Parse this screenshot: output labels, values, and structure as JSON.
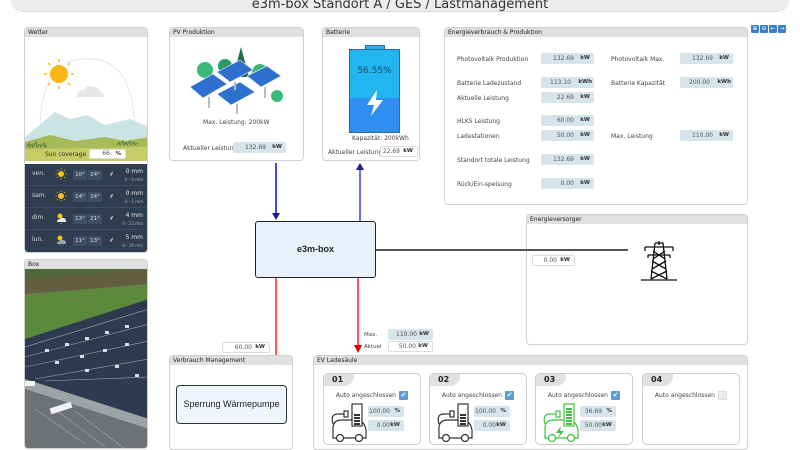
{
  "window": {
    "title": "e3m-box Standort A / GES / Lastmanagement"
  },
  "toolbar": {
    "buttons": [
      {
        "icon": "zoom-in-icon",
        "glyph": "⊕"
      },
      {
        "icon": "zoom-out-icon",
        "glyph": "⊖"
      },
      {
        "icon": "arrow-left-icon",
        "glyph": "←"
      },
      {
        "icon": "arrow-right-icon",
        "glyph": "→"
      }
    ]
  },
  "wetter": {
    "header": "Wetter",
    "sun_coverage_label": "Sun coverage",
    "sun_coverage_value": "66",
    "sun_coverage_unit": "%",
    "forecast": [
      {
        "day": "ven.",
        "icon": "sunny",
        "tmin": "10°",
        "tmax": "24°",
        "wind": "wind-icon",
        "rain": "0 mm",
        "range": "0 - 0 mm"
      },
      {
        "day": "sam.",
        "icon": "sunny",
        "tmin": "14°",
        "tmax": "24°",
        "wind": "wind-icon",
        "rain": "0 mm",
        "range": "0 - 1 mm"
      },
      {
        "day": "dim.",
        "icon": "sun-cloud-rain",
        "tmin": "13°",
        "tmax": "21°",
        "wind": "wind-icon",
        "rain": "4 mm",
        "range": "0 - 23 mm"
      },
      {
        "day": "lun.",
        "icon": "sun-cloud-rain",
        "tmin": "11°",
        "tmax": "13°",
        "wind": "wind-icon",
        "rain": "5 mm",
        "range": "0 - 26 mm"
      }
    ]
  },
  "box": {
    "header": "Box"
  },
  "pv": {
    "header": "PV Produktion",
    "max_label": "Max. Leistung: 200kW",
    "current_label": "Aktueller Leistung",
    "current_value": "132.69",
    "current_unit": "kW"
  },
  "batterie": {
    "header": "Batterie",
    "percent_text": "56.55%",
    "charge_fraction": 0.5655,
    "capacity_label": "Kapazität: 200kWh",
    "current_label": "Aktueller Leistung",
    "current_value": "22.69",
    "current_unit": "kW"
  },
  "energie": {
    "header": "Energieverbrauch & Produktion",
    "rows": [
      {
        "label": "Photovoltaik Produktion",
        "value": "132.69",
        "unit": "kW"
      },
      {
        "label": "Photovoltaik Max.",
        "value": "132.69",
        "unit": "kW"
      },
      {
        "label": "Batterie Ladezustand",
        "value": "113.10",
        "unit": "kWh"
      },
      {
        "label": "Batterie Kapazität",
        "value": "200.00",
        "unit": "kWh"
      },
      {
        "label": "Aktuelle Leistung",
        "value": "22.69",
        "unit": "kW"
      },
      {
        "label": "HLKS Leistung",
        "value": "60.00",
        "unit": "kW"
      },
      {
        "label": "Ladestationen",
        "value": "50.00",
        "unit": "kW"
      },
      {
        "label": "Max. Leistung",
        "value": "110.00",
        "unit": "kW"
      },
      {
        "label": "Standort totale Leistung",
        "value": "132.69",
        "unit": "kW"
      },
      {
        "label": "Rück/Ein-speisung",
        "value": "0.00",
        "unit": "kW"
      }
    ]
  },
  "ebox": {
    "label": "e3m-box"
  },
  "versorger": {
    "header": "Energieversorger",
    "value": "0.00",
    "unit": "kW"
  },
  "verbrauch": {
    "header": "Verbrauch Management",
    "flow_value": "60.00",
    "flow_unit": "kW",
    "button_label": "Sperrung Wärmepumpe"
  },
  "ev_flow": {
    "max_label": "Max.",
    "max_value": "110.00",
    "max_unit": "kW",
    "actual_label": "Aktuel",
    "actual_value": "50.00",
    "actual_unit": "kW"
  },
  "ev": {
    "header": "EV Ladesäule",
    "stations": [
      {
        "num": "01",
        "connected_label": "Auto angeschlossen",
        "connected": true,
        "charging": false,
        "percent": "100.00",
        "percent_unit": "%",
        "power": "0.00",
        "power_unit": "kW"
      },
      {
        "num": "02",
        "connected_label": "Auto angeschlossen",
        "connected": true,
        "charging": false,
        "percent": "100.00",
        "percent_unit": "%",
        "power": "0.00",
        "power_unit": "kW"
      },
      {
        "num": "03",
        "connected_label": "Auto angeschlossen",
        "connected": true,
        "charging": true,
        "percent": "36.69",
        "percent_unit": "%",
        "power": "50.00",
        "power_unit": "kW"
      },
      {
        "num": "04",
        "connected_label": "Auto angeschlossen",
        "connected": false,
        "charging": false
      }
    ]
  },
  "colors": {
    "flow_blue": "#3333cc",
    "flow_red": "#ff5a5a",
    "field_bg": "#d6e4ec",
    "battery_top": "#22b5f0",
    "battery_bottom": "#2f8ff0",
    "charging_green": "#3cc43c"
  }
}
